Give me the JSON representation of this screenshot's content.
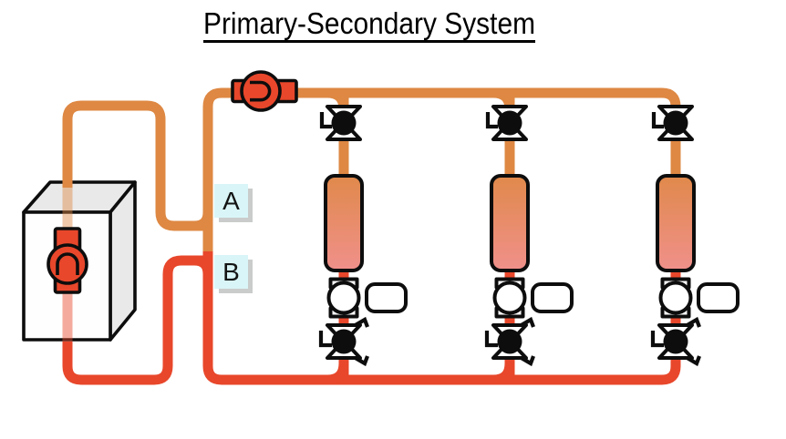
{
  "title": "Primary-Secondary System",
  "junction_labels": {
    "a": "A",
    "b": "B"
  },
  "branches": [
    "branch-1",
    "branch-2",
    "branch-3"
  ],
  "icons": {
    "boiler-icon": "3d-box-with-circulator-pump",
    "pump-icon": "circle-with-rect-and-inner-arch",
    "isolation-valve-icon": "black-globe-valve-with-handle",
    "control-valve-icon": "white-globe-valve-with-actuator-box",
    "balancing-valve-icon": "black-globe-valve-with-handle-and-union-ticks",
    "coil-icon": "rounded-vertical-cylinder-gradient"
  },
  "colors": {
    "supply-pipe": "#DE8843",
    "return-pipe": "#E8472B",
    "pump-fill": "#E8472B",
    "coil-top": "#E0894B",
    "coil-bottom": "#F0908B",
    "outline": "#0D0D0D",
    "boiler-face": "#FEFEFE",
    "boiler-side": "#E9E9E9",
    "label-bg": "#D9F5F7",
    "label-shadow": "#C9CCCB",
    "title-color": "#000000"
  }
}
